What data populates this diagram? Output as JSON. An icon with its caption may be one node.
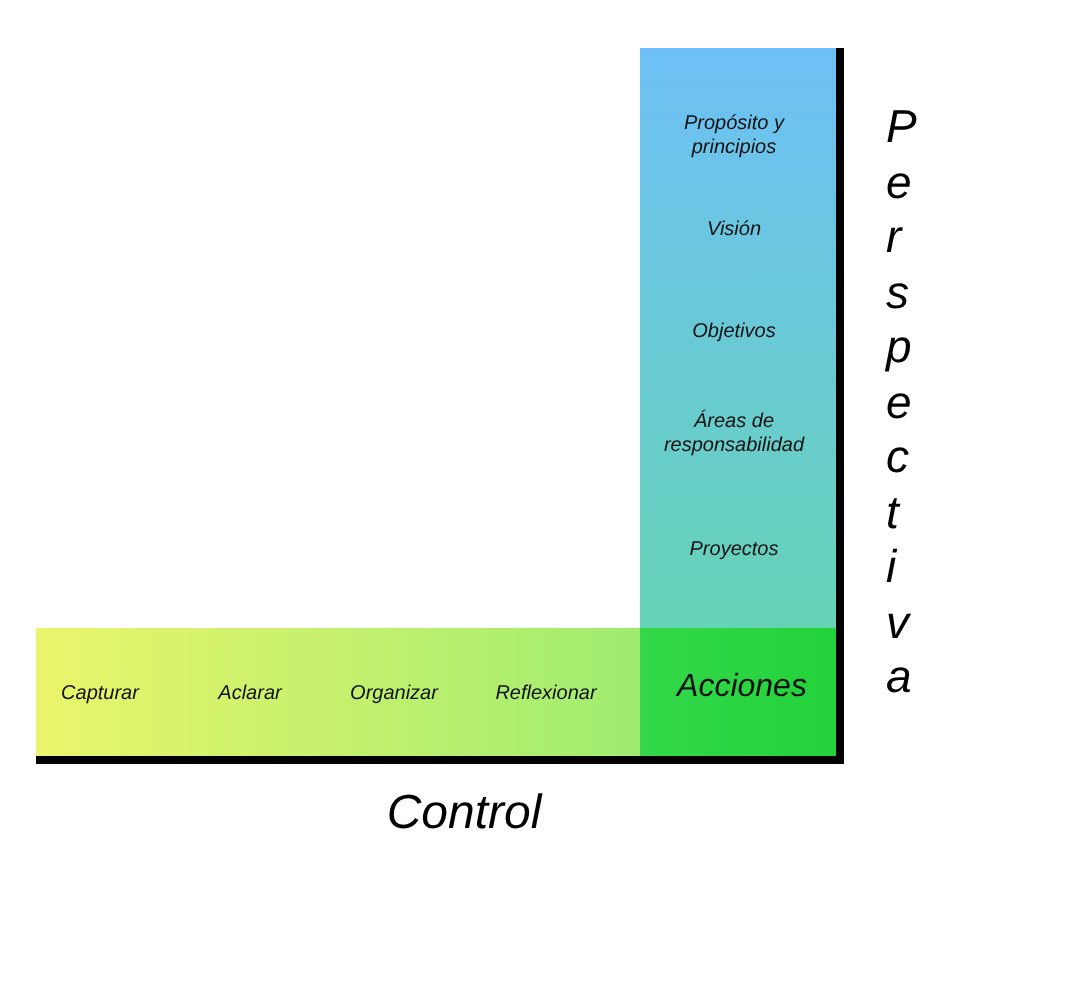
{
  "diagram": {
    "nodes": [
      {
        "text": [
          "Propósito y principios",
          "Visión",
          "Objetivos",
          "Áreas de responsabilidad",
          "Proyectos"
        ]
      },
      {
        "text": [
          "Capturar",
          "Aclarar",
          "Organizar",
          "Reflexionar"
        ]
      },
      {
        "text": [
          "Acciones"
        ]
      }
    ],
    "edges": [],
    "labels": [
      "Perspectiva",
      "Control"
    ]
  }
}
